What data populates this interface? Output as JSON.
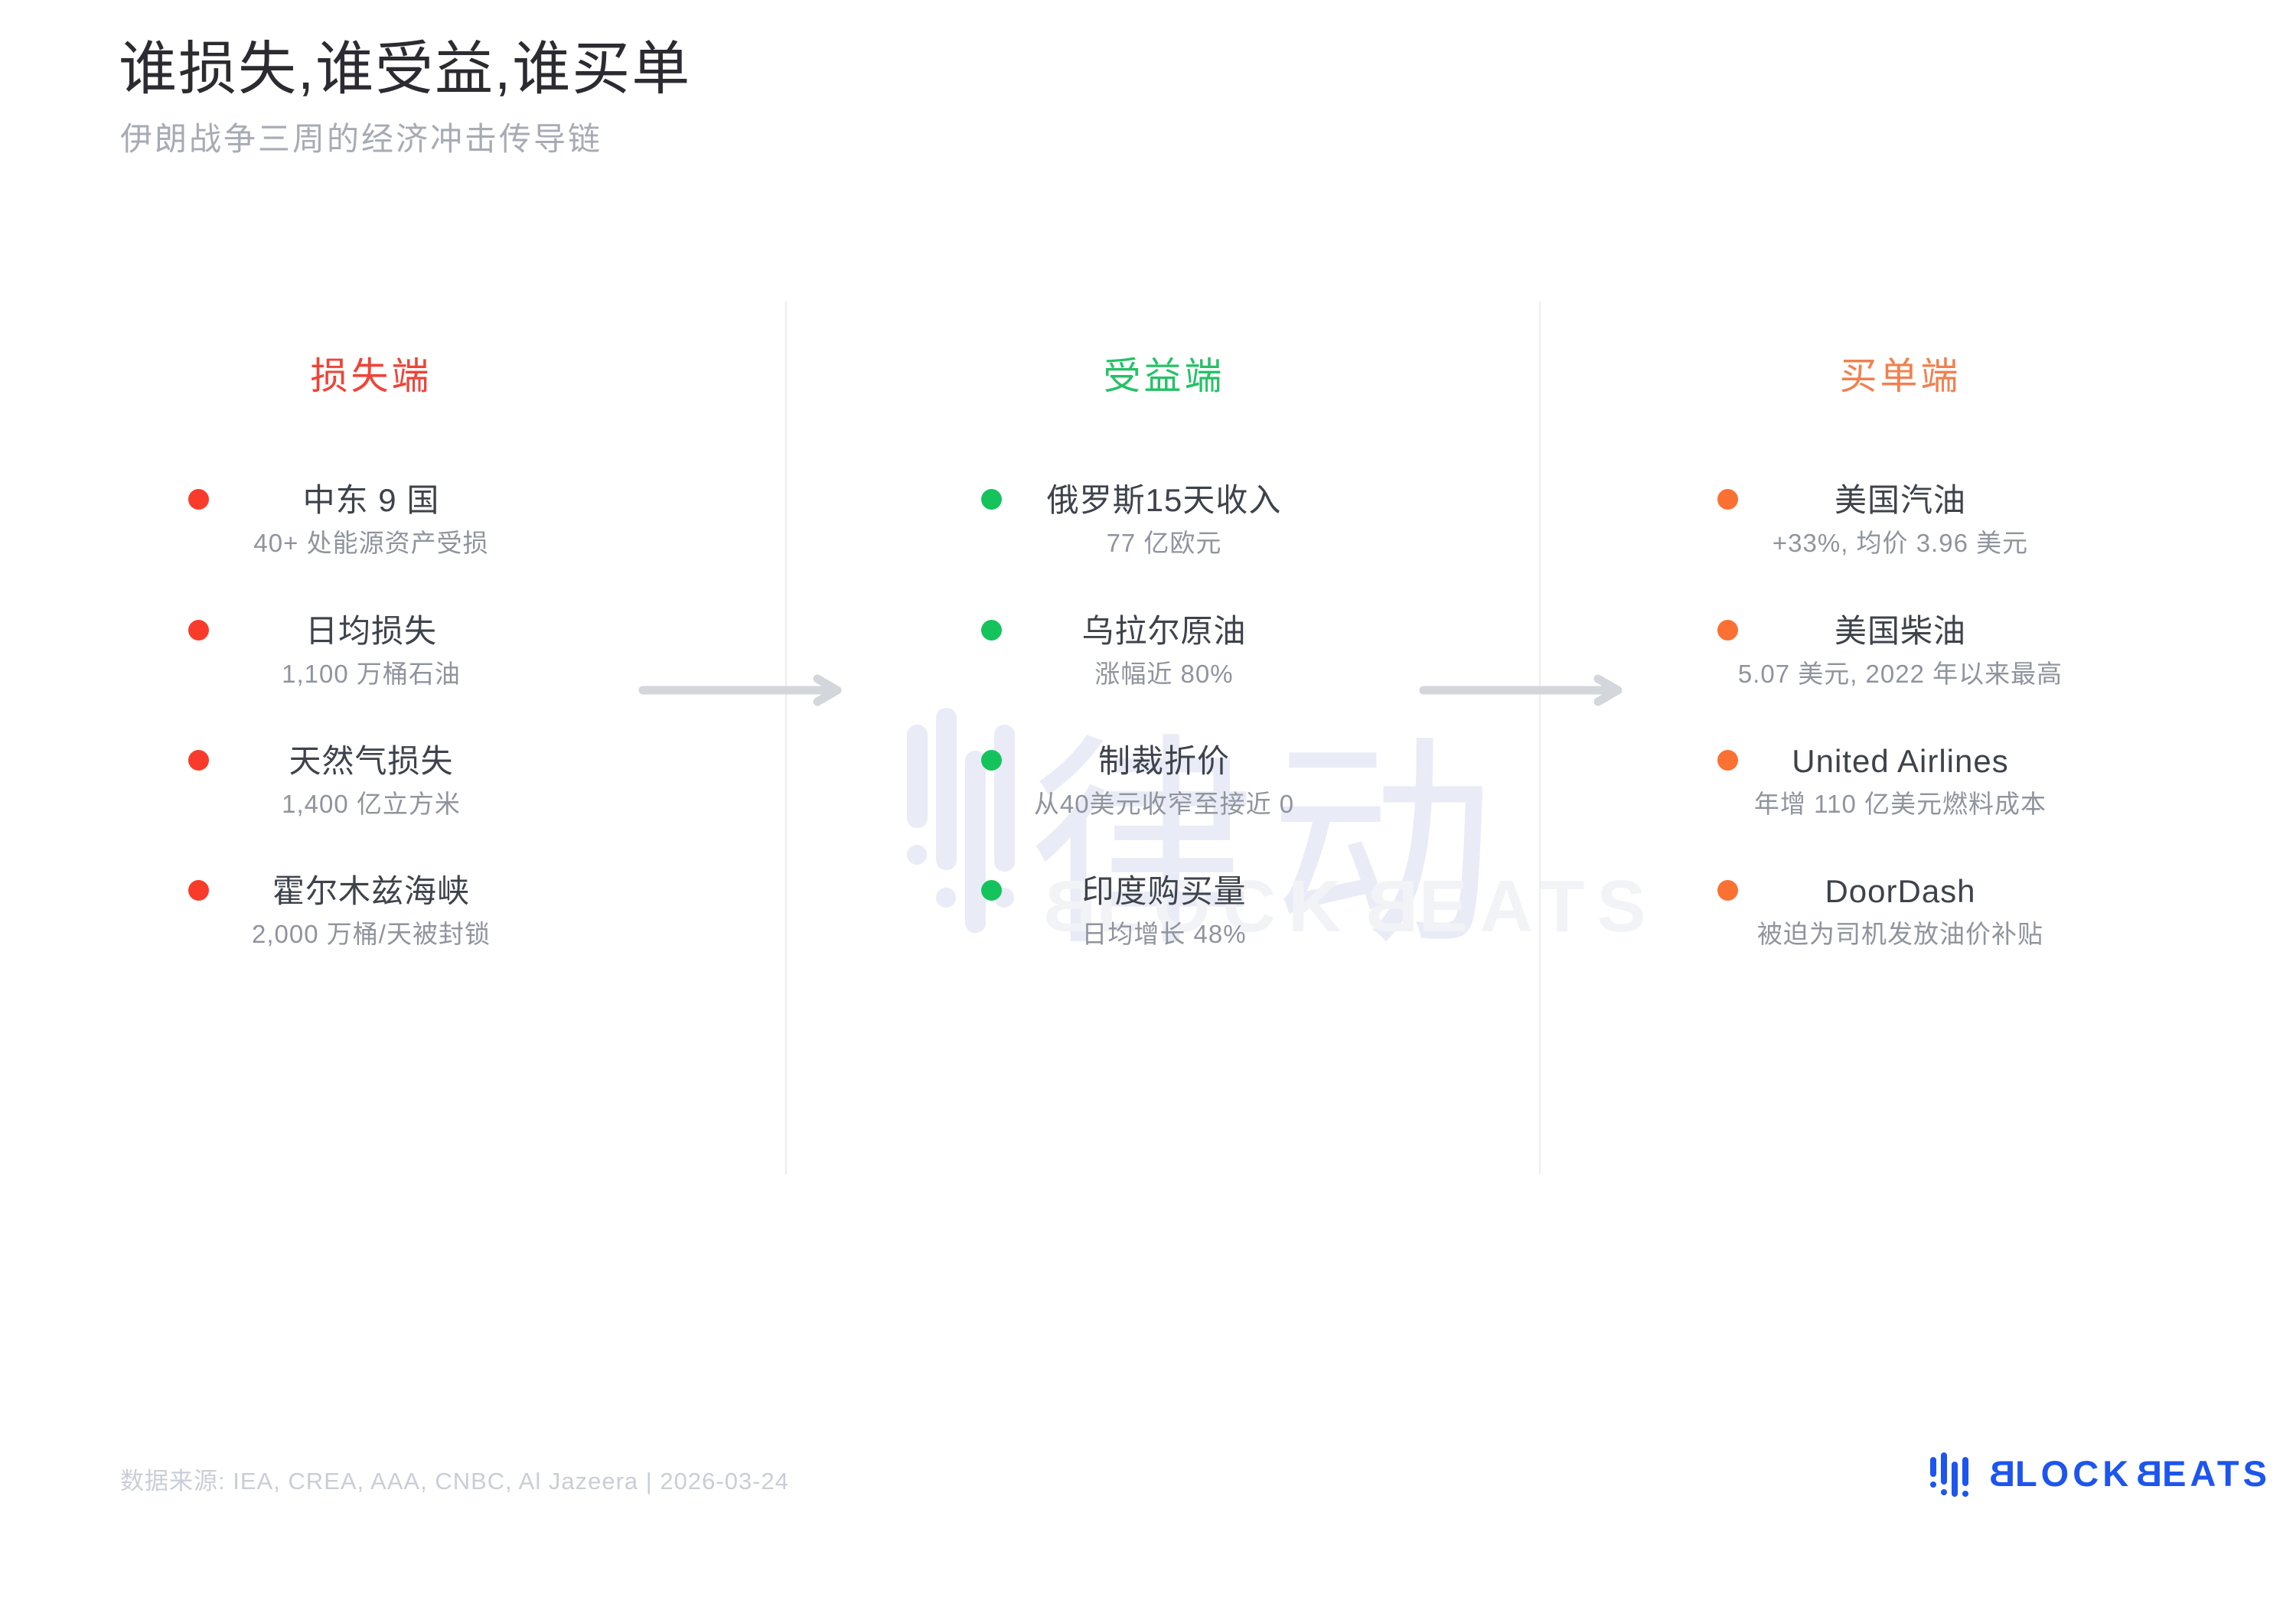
{
  "page": {
    "title": "谁损失,谁受益,谁买单",
    "subtitle": "伊朗战争三周的经济冲击传导链"
  },
  "columns": [
    {
      "header": "损失端",
      "color": "#ef4438",
      "dot_color": "#f93b2c",
      "items": [
        {
          "title": "中东 9 国",
          "desc": "40+ 处能源资产受损"
        },
        {
          "title": "日均损失",
          "desc": "1,100 万桶石油"
        },
        {
          "title": "天然气损失",
          "desc": "1,400 亿立方米"
        },
        {
          "title": "霍尔木兹海峡",
          "desc": "2,000 万桶/天被封锁"
        }
      ]
    },
    {
      "header": "受益端",
      "color": "#26c167",
      "dot_color": "#15c35c",
      "items": [
        {
          "title": "俄罗斯15天收入",
          "desc": "77 亿欧元"
        },
        {
          "title": "乌拉尔原油",
          "desc": "涨幅近 80%"
        },
        {
          "title": "制裁折价",
          "desc": "从40美元收窄至接近 0"
        },
        {
          "title": "印度购买量",
          "desc": "日均增长 48%"
        }
      ]
    },
    {
      "header": "买单端",
      "color": "#f08150",
      "dot_color": "#fa7133",
      "items": [
        {
          "title": "美国汽油",
          "desc": "+33%, 均价 3.96 美元"
        },
        {
          "title": "美国柴油",
          "desc": "5.07 美元, 2022 年以来最高"
        },
        {
          "title": "United Airlines",
          "desc": "年增 110 亿美元燃料成本"
        },
        {
          "title": "DoorDash",
          "desc": "被迫为司机发放油价补贴"
        }
      ]
    }
  ],
  "watermark": {
    "cn": "律动",
    "en": "BLOCKBEATS"
  },
  "footer": {
    "source": "数据来源: IEA, CREA, AAA, CNBC, Al Jazeera | 2026-03-24"
  },
  "brand": {
    "label": "BLOCKBEATS",
    "color": "#1d55ee"
  }
}
